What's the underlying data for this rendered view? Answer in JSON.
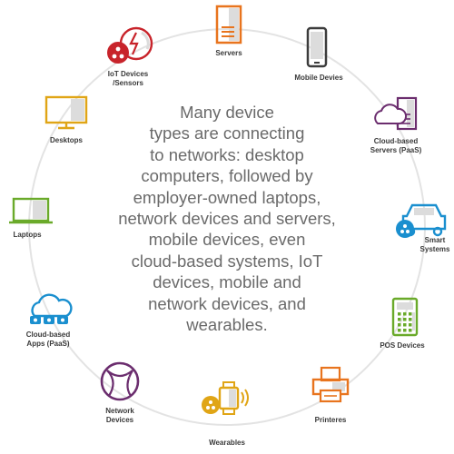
{
  "center_text": "Many device\ntypes are connecting\nto networks: desktop\ncomputers, followed by\nemployer-owned laptops,\nnetwork devices and servers,\nmobile devices, even\ncloud-based systems, IoT\ndevices, mobile and\nnetwork devices, and\nwearables.",
  "devices": [
    {
      "key": "servers",
      "label_lines": [
        "Servers"
      ],
      "color": "#e8741e"
    },
    {
      "key": "mobile",
      "label_lines": [
        "Mobile Devies"
      ],
      "color": "#3c3c3c"
    },
    {
      "key": "cloud-servers",
      "label_lines": [
        "Cloud-based",
        "Servers (PaaS)"
      ],
      "color": "#6b2d6e"
    },
    {
      "key": "smart",
      "label_lines": [
        "Smart",
        "Systems"
      ],
      "color": "#1a8fcf"
    },
    {
      "key": "pos",
      "label_lines": [
        "POS Devices"
      ],
      "color": "#6aaa2a"
    },
    {
      "key": "printers",
      "label_lines": [
        "Printeres"
      ],
      "color": "#e8741e"
    },
    {
      "key": "wearables",
      "label_lines": [
        "Wearables"
      ],
      "color": "#e0a516"
    },
    {
      "key": "network",
      "label_lines": [
        "Network",
        "Devices"
      ],
      "color": "#6b2d6e"
    },
    {
      "key": "cloud-apps",
      "label_lines": [
        "Cloud-based",
        "Apps (PaaS)"
      ],
      "color": "#1a8fcf"
    },
    {
      "key": "laptops",
      "label_lines": [
        "Laptops"
      ],
      "color": "#6aaa2a"
    },
    {
      "key": "desktops",
      "label_lines": [
        "Desktops"
      ],
      "color": "#e0a516"
    },
    {
      "key": "iot",
      "label_lines": [
        "IoT Devices",
        "/Sensors"
      ],
      "color": "#c8242b"
    }
  ]
}
